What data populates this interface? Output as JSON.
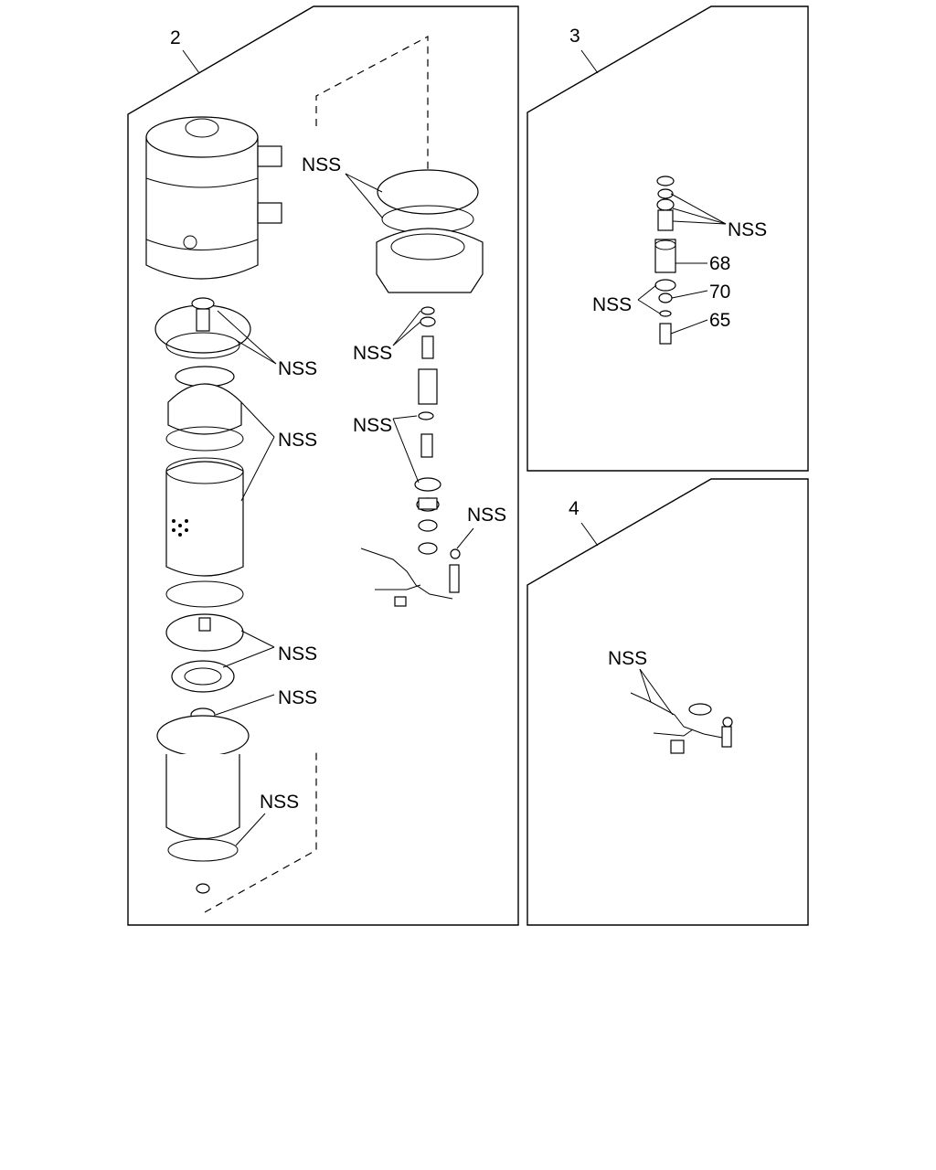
{
  "panels": {
    "p2": {
      "number": "2"
    },
    "p3": {
      "number": "3"
    },
    "p4": {
      "number": "4"
    }
  },
  "callouts": {
    "p2_ring_top": "NSS",
    "p2_cap": "NSS",
    "p2_filter_top": "NSS",
    "p2_valve_upper": "NSS",
    "p2_valve_lower": "NSS",
    "p2_sensor": "NSS",
    "p2_plate": "NSS",
    "p2_ring_mid": "NSS",
    "p2_bowl": "NSS",
    "p3_upper": "NSS",
    "p3_mid": "NSS",
    "p4_harness": "NSS"
  },
  "part_numbers": {
    "p3_68": "68",
    "p3_70": "70",
    "p3_65": "65"
  }
}
